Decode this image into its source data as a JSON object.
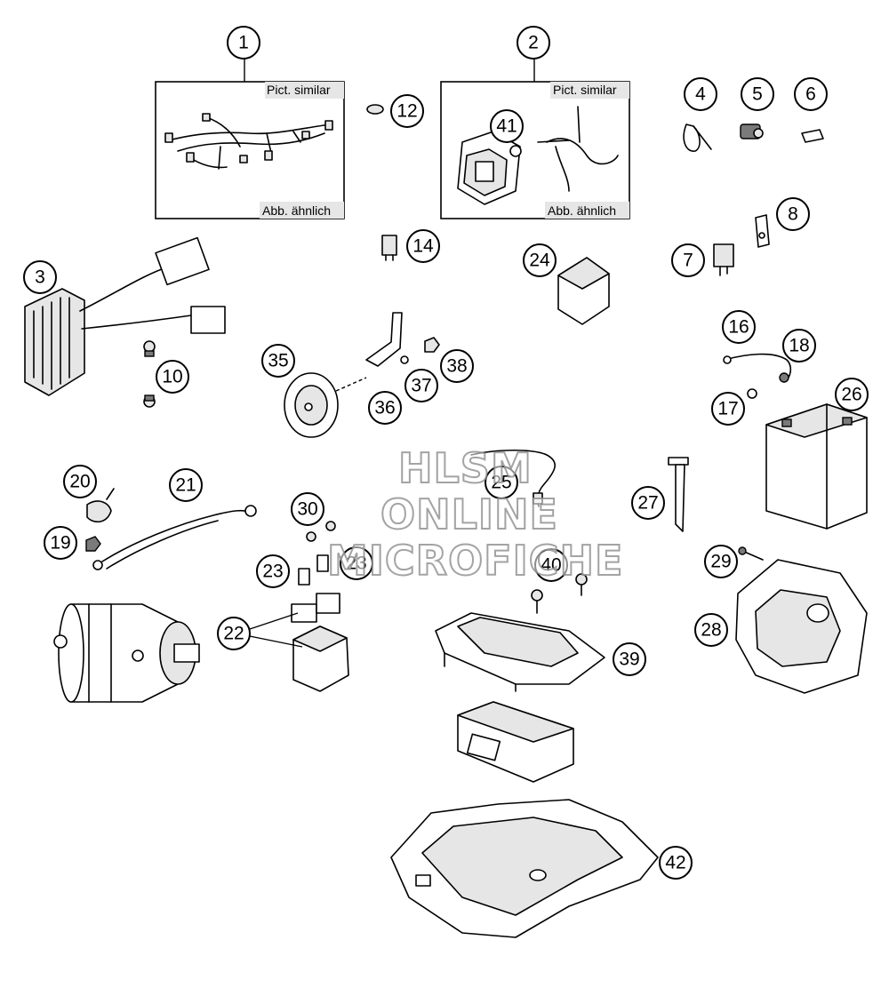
{
  "note_tags": {
    "en": "Pict. similar",
    "de": "Abb. ähnlich"
  },
  "callouts": [
    "1",
    "2",
    "3",
    "4",
    "5",
    "6",
    "7",
    "8",
    "10",
    "12",
    "14",
    "16",
    "17",
    "18",
    "19",
    "20",
    "21",
    "22",
    "23",
    "23",
    "24",
    "25",
    "26",
    "27",
    "28",
    "29",
    "30",
    "35",
    "36",
    "37",
    "38",
    "39",
    "40",
    "41",
    "42"
  ],
  "watermark": {
    "line1": "HLSM",
    "line2": "ONLINE",
    "line3": "MICROFICHE"
  }
}
